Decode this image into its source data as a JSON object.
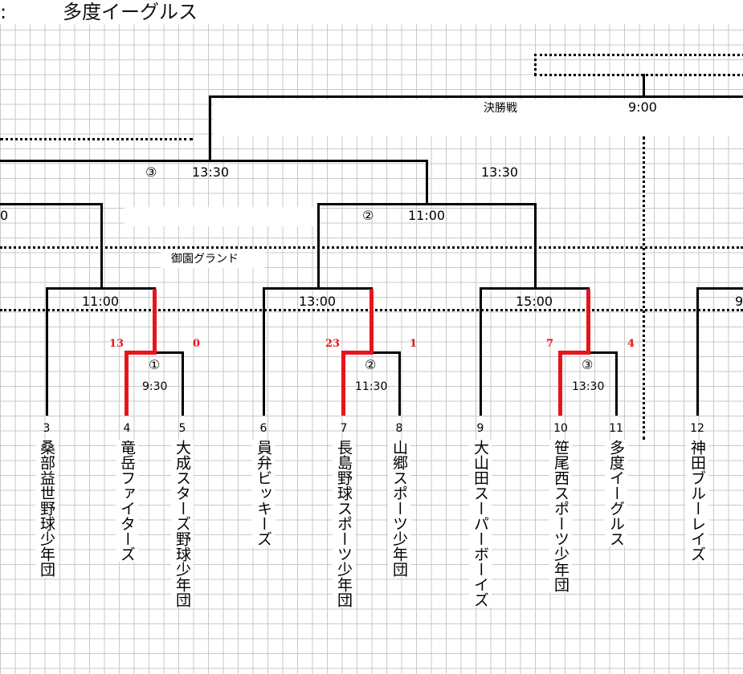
{
  "header": {
    "colon": ":",
    "team": "多度イーグルス"
  },
  "final": {
    "label": "決勝戦",
    "time": "9:00"
  },
  "semi_left": {
    "circle": "③",
    "time": "13:30"
  },
  "semi_right_time": "13:30",
  "quarter": {
    "circle": "②",
    "time": "11:00",
    "left_fragment": "0"
  },
  "venue": "御園グランド",
  "round2": {
    "a": "11:00",
    "b": "13:00",
    "c": "15:00",
    "edge": "9"
  },
  "matches": [
    {
      "circle": "①",
      "time": "9:30",
      "score_left": "13",
      "score_right": "0"
    },
    {
      "circle": "②",
      "time": "11:30",
      "score_left": "23",
      "score_right": "1"
    },
    {
      "circle": "③",
      "time": "13:30",
      "score_left": "7",
      "score_right": "4"
    }
  ],
  "teams": [
    {
      "num": "3",
      "name": "桑部益世野球少年団"
    },
    {
      "num": "4",
      "name": "竜岳ファイターズ"
    },
    {
      "num": "5",
      "name": "大成スターズ野球少年団"
    },
    {
      "num": "6",
      "name": "員弁ビッキーズ"
    },
    {
      "num": "7",
      "name": "長島野球スポーツ少年団"
    },
    {
      "num": "8",
      "name": "山郷スポーツ少年団"
    },
    {
      "num": "9",
      "name": "大山田スーパーボーイズ"
    },
    {
      "num": "10",
      "name": "笹尾西スポーツ少年団"
    },
    {
      "num": "11",
      "name": "多度イーグルス"
    },
    {
      "num": "12",
      "name": "神田ブルーレイズ"
    }
  ],
  "colors": {
    "winner_line": "#e8141b",
    "bracket_line": "#000000",
    "grid": "#c9c9c9"
  }
}
